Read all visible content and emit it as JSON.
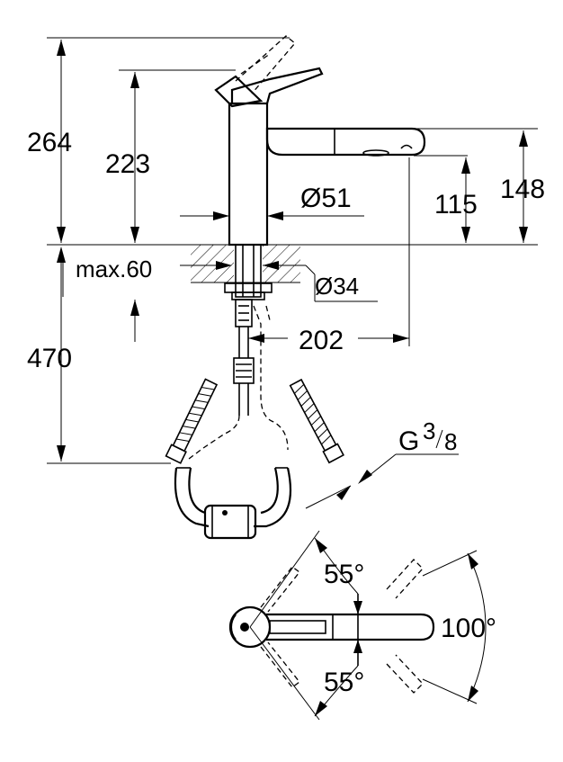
{
  "dimensions": {
    "total_height": "264",
    "handle_height": "223",
    "spout_height": "148",
    "spout_clearance": "115",
    "body_diameter": "Ø51",
    "max_deck": "max.60",
    "hole_diameter": "Ø34",
    "spout_reach": "202",
    "hose_length": "470",
    "thread_main": "G",
    "thread_num": "3",
    "thread_den": "8",
    "swivel_angle_top": "55°",
    "swivel_angle_bottom": "55°",
    "spout_swivel": "100°"
  }
}
